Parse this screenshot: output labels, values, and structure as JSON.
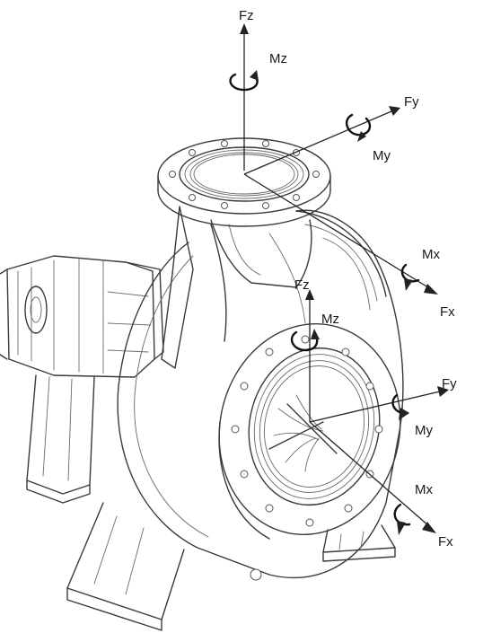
{
  "diagram": {
    "discharge_labels": {
      "fz": "Fz",
      "mz": "Mz",
      "fy": "Fy",
      "my": "My",
      "mx": "Mx",
      "fx": "Fx"
    },
    "suction_labels": {
      "fz": "Fz",
      "mz": "Mz",
      "fy": "Fy",
      "my": "My",
      "mx": "Mx",
      "fx": "Fx"
    },
    "colors": {
      "line": "#3a3a3a",
      "background": "#ffffff",
      "arrow": "#222222"
    }
  }
}
